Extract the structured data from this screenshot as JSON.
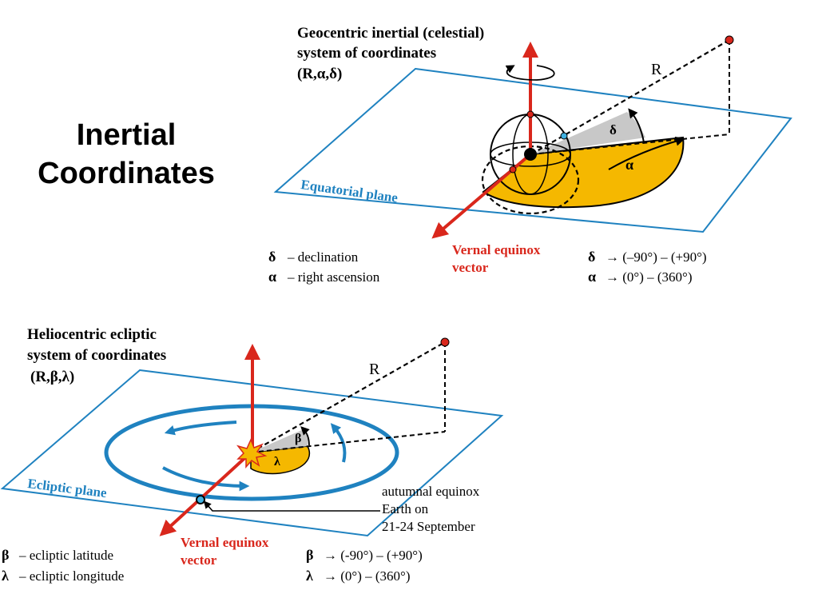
{
  "slide": {
    "title_line1": "Inertial",
    "title_line2": "Coordinates"
  },
  "geocentric": {
    "heading_line1": "Geocentric inertial (celestial)",
    "heading_line2": "system of coordinates",
    "heading_line3": "(R,α,δ)",
    "plane_label": "Equatorial plane",
    "radius_label": "R",
    "angle_delta": "δ",
    "angle_alpha": "α",
    "vernal_line1": "Vernal equinox",
    "vernal_line2": "vector",
    "legend": [
      {
        "symbol": "δ",
        "text": "–  declination"
      },
      {
        "symbol": "α",
        "text": "–  right ascension"
      }
    ],
    "ranges": [
      {
        "symbol": "δ",
        "text": "→  (–90°) – (+90°)"
      },
      {
        "symbol": "α",
        "text": "→  (0°) – (360°)"
      }
    ]
  },
  "heliocentric": {
    "heading_line1": "Heliocentric ecliptic",
    "heading_line2": "system of coordinates",
    "heading_line3": "(R,β,λ)",
    "plane_label": "Ecliptic plane",
    "radius_label": "R",
    "angle_beta": "β",
    "angle_lambda": "λ",
    "earth_note_line1": "autumnal equinox",
    "earth_note_line2": "Earth on",
    "earth_note_line3": "21-24 September",
    "vernal_line1": "Vernal equinox",
    "vernal_line2": "vector",
    "legend": [
      {
        "symbol": "β",
        "text": "–  ecliptic latitude"
      },
      {
        "symbol": "λ",
        "text": "–  ecliptic longitude"
      }
    ],
    "ranges": [
      {
        "symbol": "β",
        "text": "→  (-90°) – (+90°)"
      },
      {
        "symbol": "λ",
        "text": "→  (0°) – (360°)"
      }
    ]
  },
  "colors": {
    "plane_blue": "#1f82c0",
    "vector_red": "#d9271c",
    "angle_fill": "#f5b800",
    "angle_grey": "#c8c8c8"
  }
}
